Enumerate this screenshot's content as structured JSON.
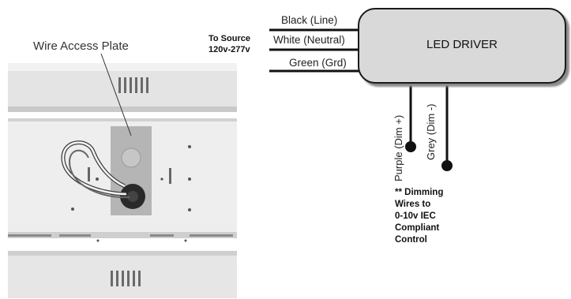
{
  "labels": {
    "wire_access_plate": "Wire Access Plate",
    "to_source_line1": "To Source",
    "to_source_line2": "120v-277v",
    "black_line": "Black (Line)",
    "white_neutral": "White (Neutral)",
    "green_ground": "Green (Grd)",
    "led_driver": "LED DRIVER",
    "purple_dim": "Purple (Dim +)",
    "grey_dim": "Grey (Dim -)"
  },
  "note_lines": [
    "** Dimming",
    "Wires to",
    "0-10v IEC",
    "Compliant",
    "Control"
  ],
  "colors": {
    "line": "#111111",
    "driver_fill": "#d9d9d9",
    "fixture_body": "#eeeeee",
    "access_plate": "#b5b5b5"
  }
}
